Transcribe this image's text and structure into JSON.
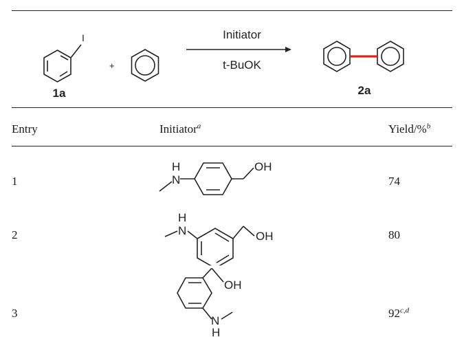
{
  "scheme": {
    "reactant1_label": "1a",
    "reactant1_substituent": "I",
    "plus": "+",
    "arrow_top": "Initiator",
    "arrow_bottom": "t-BuOK",
    "product_label": "2a",
    "bond_color": "#e02020"
  },
  "table": {
    "headers": {
      "entry": "Entry",
      "initiator": "Initiator",
      "initiator_note": "a",
      "yield": "Yield/%",
      "yield_note": "b"
    },
    "rows": [
      {
        "entry": "1",
        "yield": "74",
        "note": ""
      },
      {
        "entry": "2",
        "yield": "80",
        "note": ""
      },
      {
        "entry": "3",
        "yield": "92",
        "note": "c,d"
      }
    ],
    "structures": {
      "nh": "N",
      "h": "H",
      "oh": "OH"
    }
  }
}
